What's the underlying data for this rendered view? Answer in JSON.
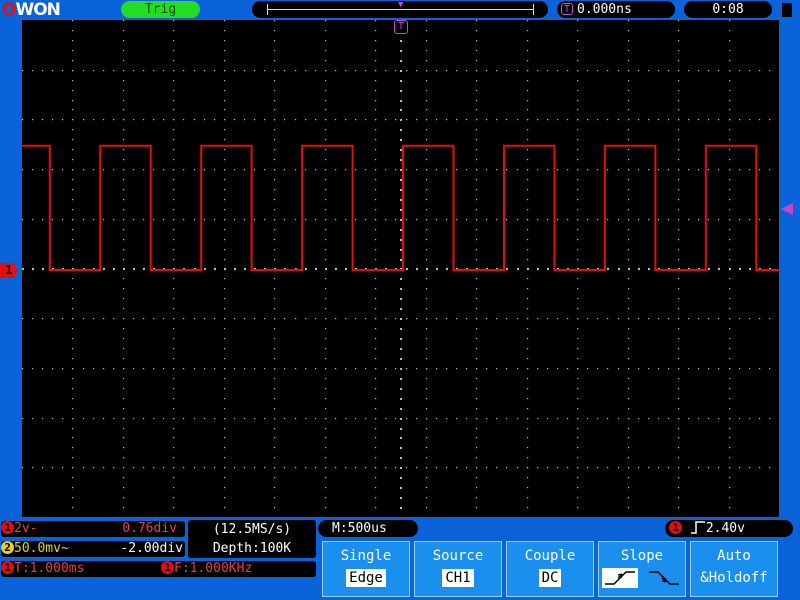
{
  "topbar": {
    "logo_o": "O",
    "logo_rest": "WON",
    "trig_status": "Trig",
    "time_position": "0.000ns",
    "clock": "0:08",
    "trigger_marker": "T"
  },
  "channel1_marker": "1",
  "status": {
    "ch1_badge": "1",
    "ch1_scale": "2v-",
    "ch1_offset": "0.76div",
    "ch2_badge": "2",
    "ch2_scale": "50.0mv~",
    "ch2_offset": "-2.00div",
    "period_badge": "1",
    "period": "T:1.000ms",
    "freq_badge": "1",
    "frequency": "F:1.000KHz"
  },
  "acquisition": {
    "sample_rate": "(12.5MS/s)",
    "depth": "Depth:100K"
  },
  "timebase": "M:500us",
  "trigger_level": {
    "badge": "1",
    "value": "2.40v"
  },
  "menu": [
    {
      "title": "Single",
      "value": "Edge"
    },
    {
      "title": "Source",
      "value": "CH1"
    },
    {
      "title": "Couple",
      "value": "DC"
    },
    {
      "title": "Slope",
      "value": ""
    },
    {
      "title": "Auto",
      "value": "&Holdoff"
    }
  ],
  "colors": {
    "frame": "#0a63d8",
    "trace_ch1": "#e01010",
    "trigger_accent": "#c050d0",
    "grid": "#bbbbbb",
    "trig_status": "#22dd22"
  },
  "waveform": {
    "type": "square",
    "timebase_per_div_us": 500,
    "period_ms": 1.0,
    "high_level_div": 2.5,
    "low_level_div": 0,
    "first_rising_edge_div": 0.55,
    "duty_cycle": 0.5
  }
}
